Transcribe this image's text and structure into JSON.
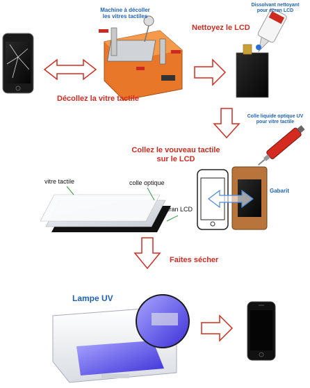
{
  "labels": {
    "machine": "Machine à décoller\nles vitres tactiles",
    "solvent": "Dissolvant nettoyant\npour écran LCD",
    "clean_lcd": "Nettoyez le LCD",
    "peel_glass": "Décollez la vitre tactile",
    "uv_glue": "Colle liquide optique UV\npour vitre tactile",
    "glue_touch": "Collez le vouveau tactile\nsur le LCD",
    "touch_glass": "vitre tactile",
    "optical_glue": "colle optique",
    "lcd_screen": "écran LCD",
    "jig": "Gabarit",
    "dry": "Faites sécher",
    "uv_lamp": "Lampe UV"
  },
  "colors": {
    "arrow_outline": "#d42a1f",
    "red_text": "#d42a1f",
    "blue_text": "#1f63b8",
    "machine_orange": "#e8772a",
    "jig_brown": "#b8743a"
  }
}
